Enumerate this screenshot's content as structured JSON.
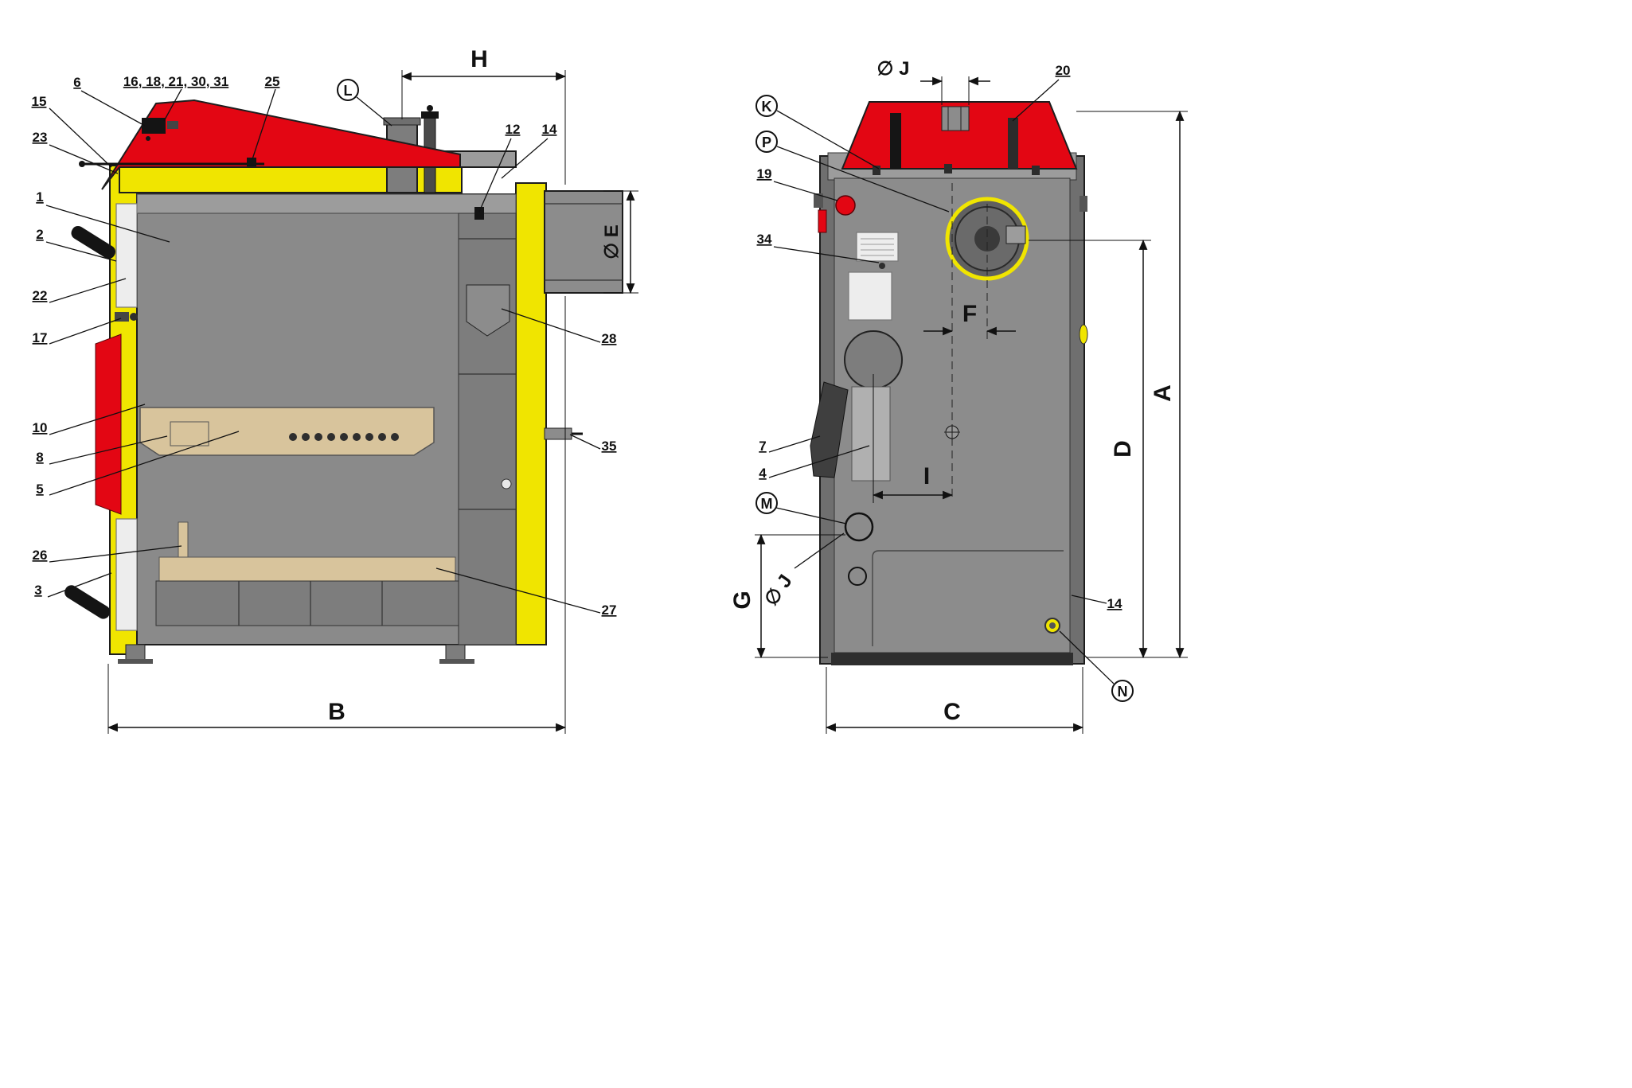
{
  "drawing": {
    "left_view": {
      "callouts": {
        "n15": "15",
        "n6": "6",
        "n16_group": "16, 18, 21, 30, 31",
        "n25": "25",
        "L": "L",
        "n23": "23",
        "n1": "1",
        "n2": "2",
        "n22": "22",
        "n17": "17",
        "n10": "10",
        "n8": "8",
        "n5": "5",
        "n26": "26",
        "n3": "3",
        "n12": "12",
        "n14": "14",
        "n28": "28",
        "n35": "35",
        "n27": "27"
      },
      "dimensions": {
        "H": "H",
        "E": "∅ E",
        "B": "B"
      }
    },
    "right_view": {
      "callouts": {
        "K": "K",
        "P": "P",
        "n19": "19",
        "n34": "34",
        "n7": "7",
        "n4": "4",
        "M": "M",
        "n20": "20",
        "n14": "14",
        "N": "N"
      },
      "dimensions": {
        "J_top": "∅ J",
        "F": "F",
        "A": "A",
        "D": "D",
        "I": "I",
        "G": "G",
        "J_side": "∅ J",
        "C": "C"
      }
    },
    "colors": {
      "red": "#e30613",
      "yellow": "#f0e500",
      "tan": "#d8c49c",
      "body_gray": "#8a8a8a",
      "frame_gray": "#6f6f6f",
      "panel_gray": "#8c8c8c"
    }
  }
}
